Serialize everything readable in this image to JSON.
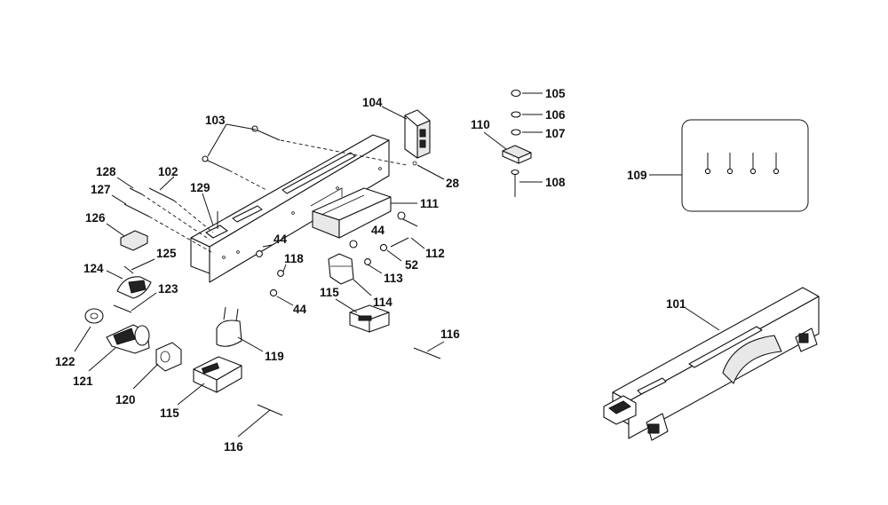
{
  "labels": {
    "p101": "101",
    "p102": "102",
    "p103": "103",
    "p104": "104",
    "p105": "105",
    "p106": "106",
    "p107": "107",
    "p108": "108",
    "p109": "109",
    "p110": "110",
    "p111": "111",
    "p112": "112",
    "p113": "113",
    "p114": "114",
    "p115a": "115",
    "p115b": "115",
    "p116a": "116",
    "p116b": "116",
    "p118": "118",
    "p119": "119",
    "p120": "120",
    "p121": "121",
    "p122": "122",
    "p123": "123",
    "p124": "124",
    "p125": "125",
    "p126": "126",
    "p127": "127",
    "p128": "128",
    "p129": "129",
    "p28": "28",
    "p44a": "44",
    "p44b": "44",
    "p44c": "44",
    "p52": "52"
  }
}
